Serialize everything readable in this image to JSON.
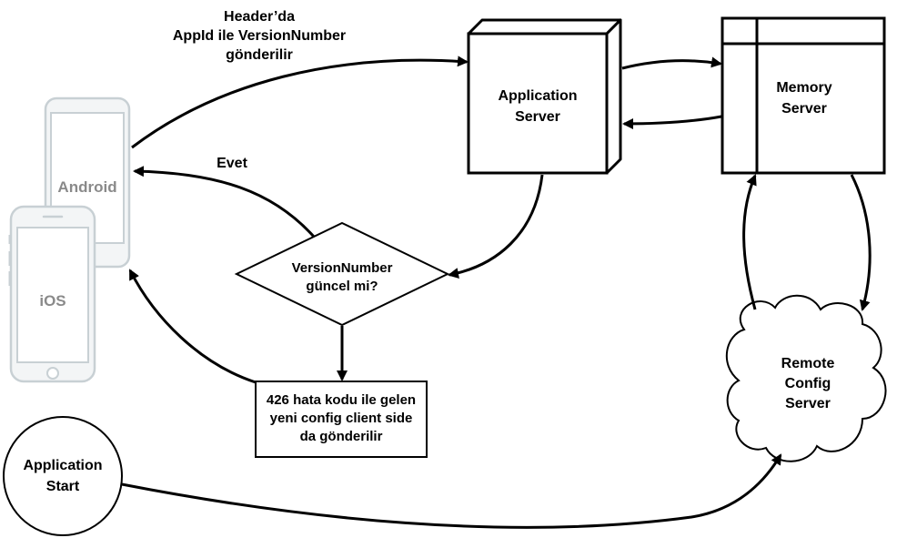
{
  "labels": {
    "header_note": "Header’da\nAppId ile VersionNumber\ngönderilir",
    "evet": "Evet",
    "android": "Android",
    "ios": "iOS",
    "application_server": "Application\nServer",
    "memory_server": "Memory\nServer",
    "decision": "VersionNumber\ngüncel mi?",
    "error_box": "426 hata kodu ile gelen\nyeni config client side\nda gönderilir",
    "remote_config": "Remote\nConfig\nServer",
    "app_start": "Application\nStart"
  },
  "colors": {
    "line": "#000000",
    "device_stroke": "#c8d0d4",
    "device_fill": "#f3f5f6",
    "device_label": "#8a8a8a",
    "background": "#ffffff"
  }
}
